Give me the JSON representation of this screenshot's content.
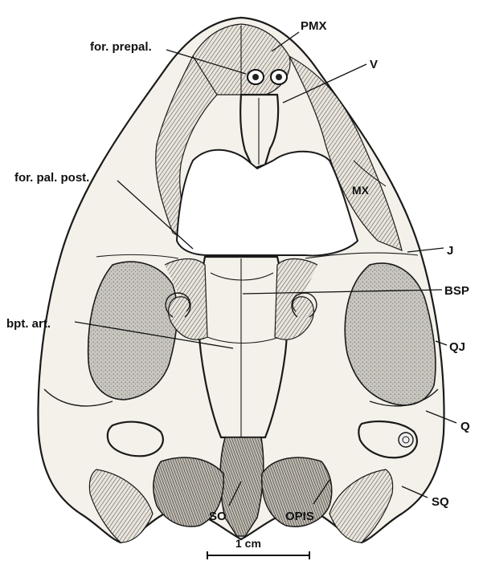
{
  "labels": {
    "pmx": "PMX",
    "for_prepal": "for. prepal.",
    "v": "V",
    "for_pal_post": "for. pal. post.",
    "mx": "MX",
    "j": "J",
    "bsp": "BSP",
    "bpt_art": "bpt. art.",
    "qj": "QJ",
    "q": "Q",
    "sq": "SQ",
    "so": "SO",
    "opis": "OPIS"
  },
  "scale_bar": {
    "label": "1 cm"
  }
}
